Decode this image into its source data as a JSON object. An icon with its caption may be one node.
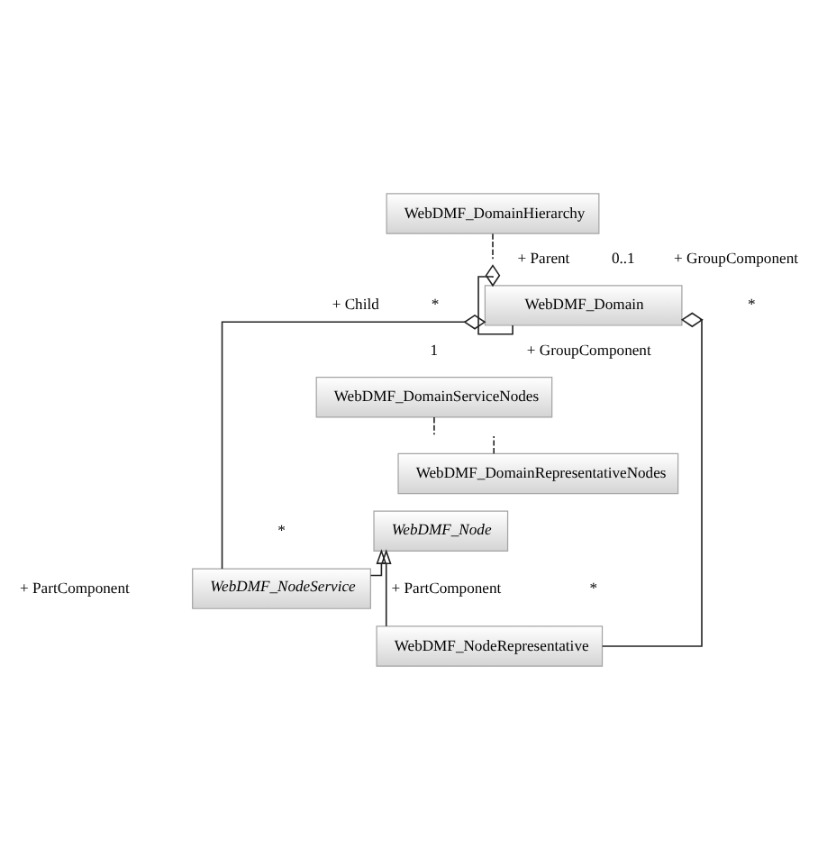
{
  "diagram": {
    "nodes": [
      {
        "text": [
          "WebDMF_DomainHierarchy"
        ]
      },
      {
        "text": [
          "WebDMF_Domain"
        ]
      },
      {
        "text": [
          "WebDMF_DomainServiceNodes"
        ]
      },
      {
        "text": [
          "WebDMF_DomainRepresentativeNodes"
        ]
      },
      {
        "text": [
          "WebDMF_Node"
        ]
      },
      {
        "text": [
          "WebDMF_NodeService"
        ]
      },
      {
        "text": [
          "WebDMF_NodeRepresentative"
        ]
      }
    ],
    "edges": [
      {
        "from": 1,
        "to": 1,
        "arrow": "other"
      },
      {
        "from": 0,
        "to": null,
        "arrow": "none",
        "style": "dashed"
      },
      {
        "from": 1,
        "to": 5,
        "arrow": "other"
      },
      {
        "from": 2,
        "to": null,
        "arrow": "none",
        "style": "dashed"
      },
      {
        "from": 1,
        "to": 6,
        "arrow": "other"
      },
      {
        "from": 3,
        "to": null,
        "arrow": "none",
        "style": "dashed"
      },
      {
        "from": 5,
        "to": 4,
        "arrow": "to"
      },
      {
        "from": 6,
        "to": 4,
        "arrow": "to"
      }
    ],
    "labels": [
      "+ Parent",
      "0..1",
      "+ GroupComponent",
      "*",
      "+ Child",
      "*",
      "1",
      "+ GroupComponent",
      "+ PartComponent",
      "*",
      "+ PartComponent",
      "*"
    ]
  }
}
